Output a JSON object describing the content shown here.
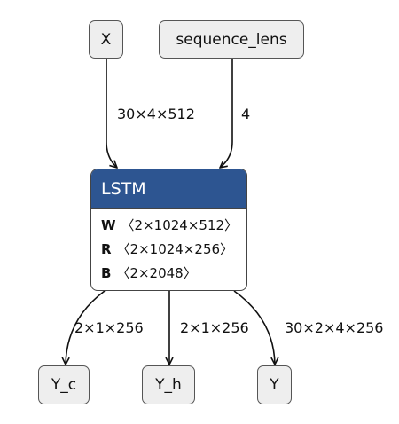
{
  "inputs": {
    "x": "X",
    "sequence_lens": "sequence_lens"
  },
  "operator": {
    "name": "LSTM",
    "header_color": "#2d5591",
    "attributes": [
      {
        "name": "W",
        "value": "〈2×1024×512〉"
      },
      {
        "name": "R",
        "value": "〈2×1024×256〉"
      },
      {
        "name": "B",
        "value": "〈2×2048〉"
      }
    ]
  },
  "outputs": {
    "y_c": "Y_c",
    "y_h": "Y_h",
    "y": "Y"
  },
  "edges": {
    "x_to_lstm": "30×4×512",
    "sequence_lens_to_lstm": "4",
    "lstm_to_y_c": "2×1×256",
    "lstm_to_y_h": "2×1×256",
    "lstm_to_y": "30×2×4×256"
  }
}
